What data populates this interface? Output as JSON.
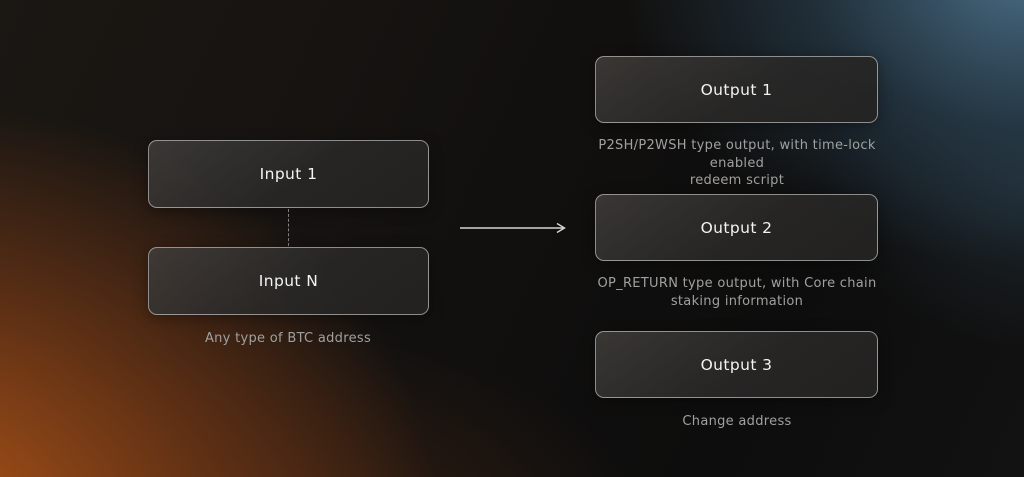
{
  "diagram": {
    "inputs": {
      "nodes": [
        {
          "label": "Input 1"
        },
        {
          "label": "Input N"
        }
      ],
      "caption": "Any type of BTC address"
    },
    "outputs": [
      {
        "label": "Output 1",
        "caption_lines": [
          "P2SH/P2WSH type output, with time-lock enabled",
          "redeem script"
        ]
      },
      {
        "label": "Output 2",
        "caption_lines": [
          "OP_RETURN type output, with Core chain",
          "staking information"
        ]
      },
      {
        "label": "Output 3",
        "caption_lines": [
          "Change address",
          ""
        ]
      }
    ],
    "colors": {
      "glow_orange": "#b75818",
      "glow_blue": "#4e7590",
      "node_fill": "#2b2a29",
      "node_border": "#9a9a9a",
      "node_text": "#f3f3f2",
      "caption_text": "#a0a09f",
      "arrow": "#d6d6d6"
    }
  }
}
